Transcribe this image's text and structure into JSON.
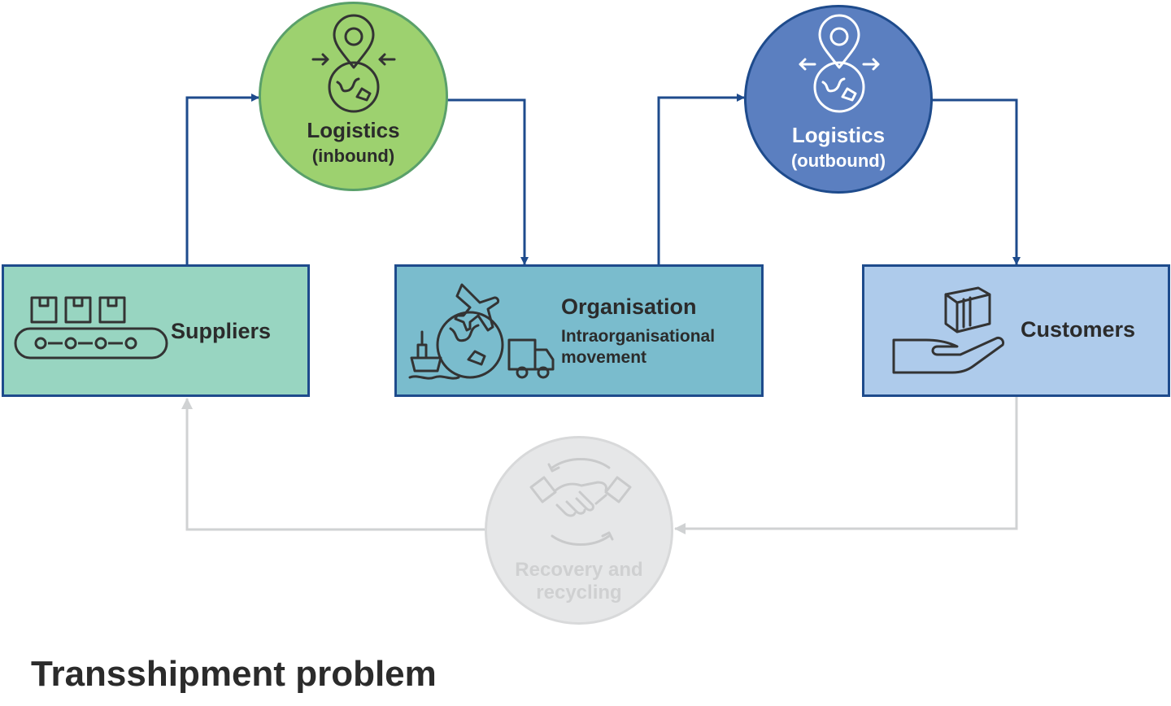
{
  "title": "Transshipment problem",
  "nodes": {
    "suppliers": {
      "label": "Suppliers",
      "fill": "#98d5c1"
    },
    "organisation": {
      "label": "Organisation",
      "sublabel_line1": "Intraorganisational",
      "sublabel_line2": "movement",
      "fill": "#7abccd"
    },
    "customers": {
      "label": "Customers",
      "fill": "#aecbeb"
    },
    "logistics_inbound": {
      "label": "Logistics",
      "sublabel": "(inbound)",
      "fill": "#9dd16f"
    },
    "logistics_outbound": {
      "label": "Logistics",
      "sublabel": "(outbound)",
      "fill": "#5b7fc0"
    },
    "recovery": {
      "label_line1": "Recovery and",
      "label_line2": "recycling",
      "fill": "#e6e7e8"
    }
  },
  "colors": {
    "flow_arrow": "#1e4b8c",
    "return_arrow": "#d0d2d3",
    "box_border": "#1e4b8c",
    "icon": "#333333"
  },
  "icons": {
    "suppliers": "conveyor-boxes-icon",
    "organisation": "globe-plane-ship-truck-icon",
    "customers": "hand-package-icon",
    "logistics_inbound": "map-pin-inbound-icon",
    "logistics_outbound": "map-pin-outbound-icon",
    "recovery": "handshake-recycle-icon"
  }
}
